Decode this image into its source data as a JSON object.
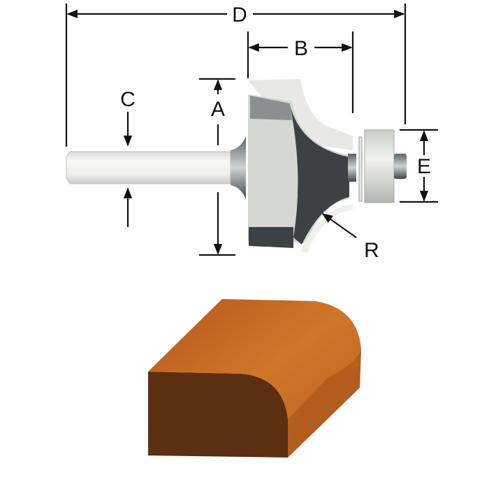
{
  "labels": {
    "A": "A",
    "B": "B",
    "C": "C",
    "D": "D",
    "E": "E",
    "R": "R"
  },
  "parts": [
    "shank",
    "cutter-body",
    "carbide-cutter",
    "bearing",
    "wood-profile"
  ],
  "colors": {
    "line": "#111111",
    "shank": "#eef0ed",
    "cutter_light": "#d4d7d2",
    "cutter_dark": "#3a4245",
    "carbide": "#e8e9e6",
    "bearing": "#dfe1dc",
    "wood_front": "#5c2f10",
    "wood_top": "#c0661e",
    "wood_side": "#b35a1a"
  }
}
